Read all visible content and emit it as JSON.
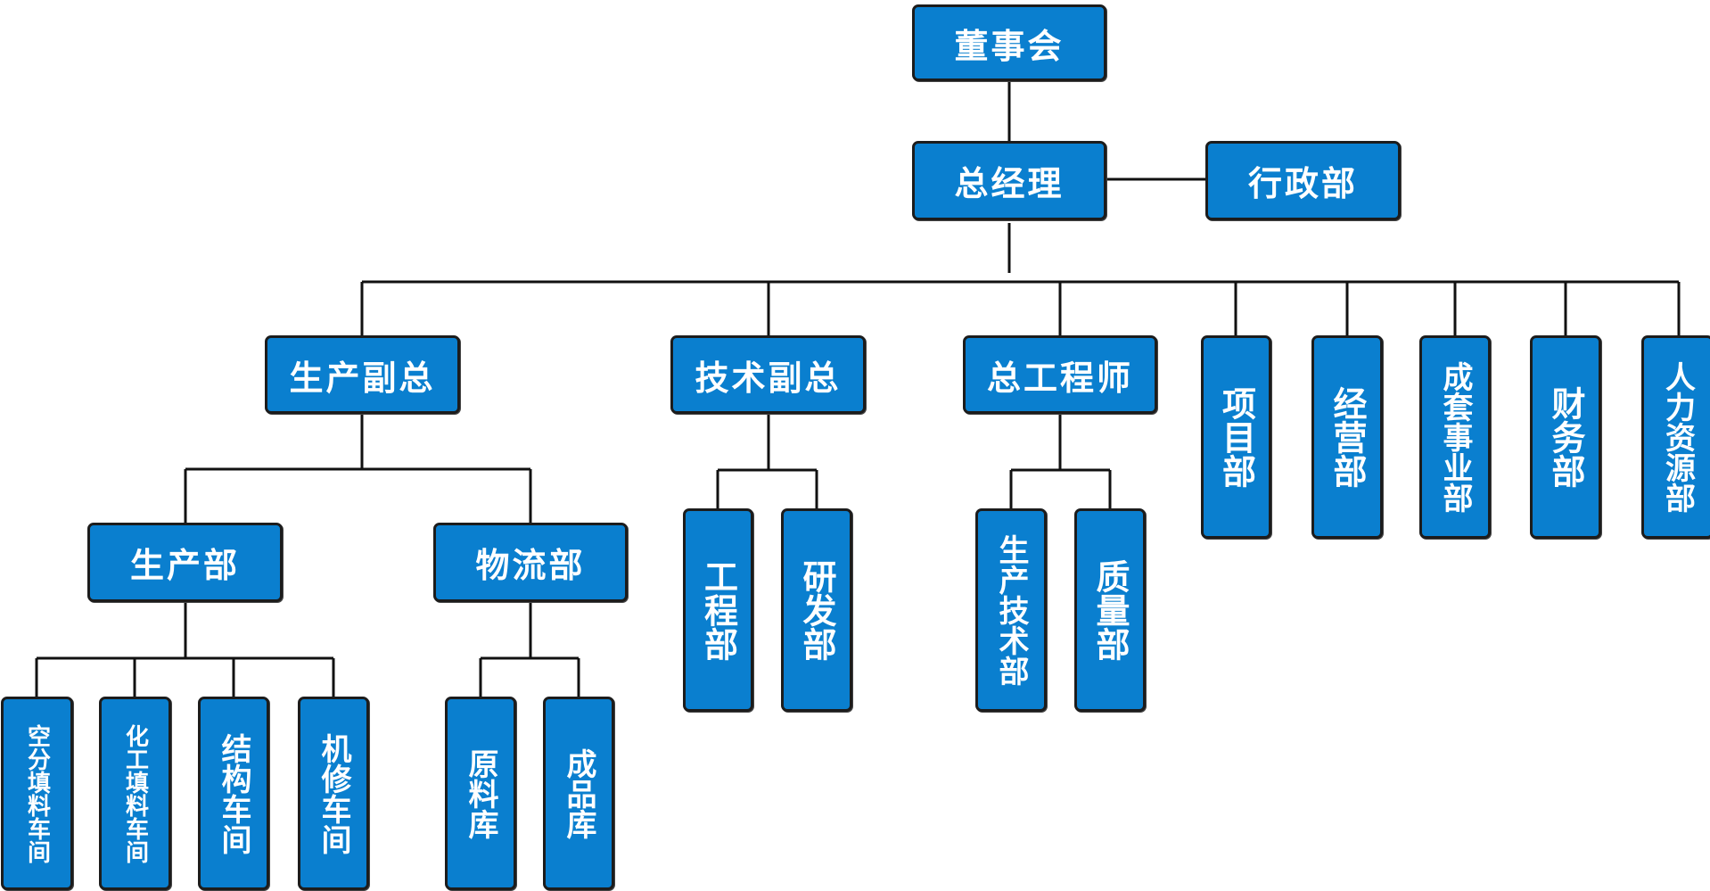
{
  "nodes": {
    "board": "董事会",
    "gm": "总经理",
    "admin": "行政部",
    "prod_vp": "生产副总",
    "tech_vp": "技术副总",
    "chief_eng": "总工程师",
    "project": "项目部",
    "business": "经营部",
    "complete_set": "成套事业部",
    "finance": "财务部",
    "hr": "人力资源部",
    "production": "生产部",
    "logistics": "物流部",
    "engineering": "工程部",
    "rnd": "研发部",
    "prod_tech": "生产技术部",
    "quality": "质量部",
    "air_sep": "空分填料车间",
    "chem": "化工填料车间",
    "structure": "结构车间",
    "maintenance": "机修车间",
    "raw_store": "原料库",
    "finished_store": "成品库"
  }
}
